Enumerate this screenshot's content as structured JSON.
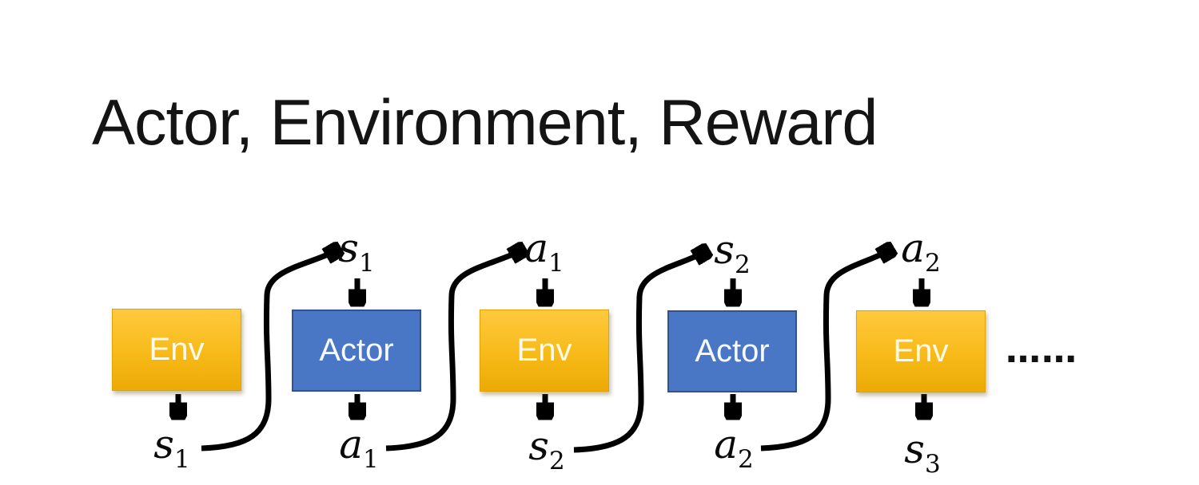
{
  "title": "Actor, Environment, Reward",
  "colors": {
    "env_gradient_top": "#FFC93E",
    "env_gradient_bottom": "#ECAA06",
    "actor_fill": "#4A76C6",
    "actor_border": "#30538F",
    "arrow": "#000000",
    "background": "#FFFFFF"
  },
  "boxes": [
    {
      "label": "Env"
    },
    {
      "label": "Actor"
    },
    {
      "label": "Env"
    },
    {
      "label": "Actor"
    },
    {
      "label": "Env"
    }
  ],
  "top_labels": [
    {
      "base": "s",
      "sub": "1"
    },
    {
      "base": "a",
      "sub": "1"
    },
    {
      "base": "s",
      "sub": "2"
    },
    {
      "base": "a",
      "sub": "2"
    }
  ],
  "bottom_labels": [
    {
      "base": "s",
      "sub": "1"
    },
    {
      "base": "a",
      "sub": "1"
    },
    {
      "base": "s",
      "sub": "2"
    },
    {
      "base": "a",
      "sub": "2"
    },
    {
      "base": "s",
      "sub": "3"
    }
  ],
  "ellipsis": "……"
}
